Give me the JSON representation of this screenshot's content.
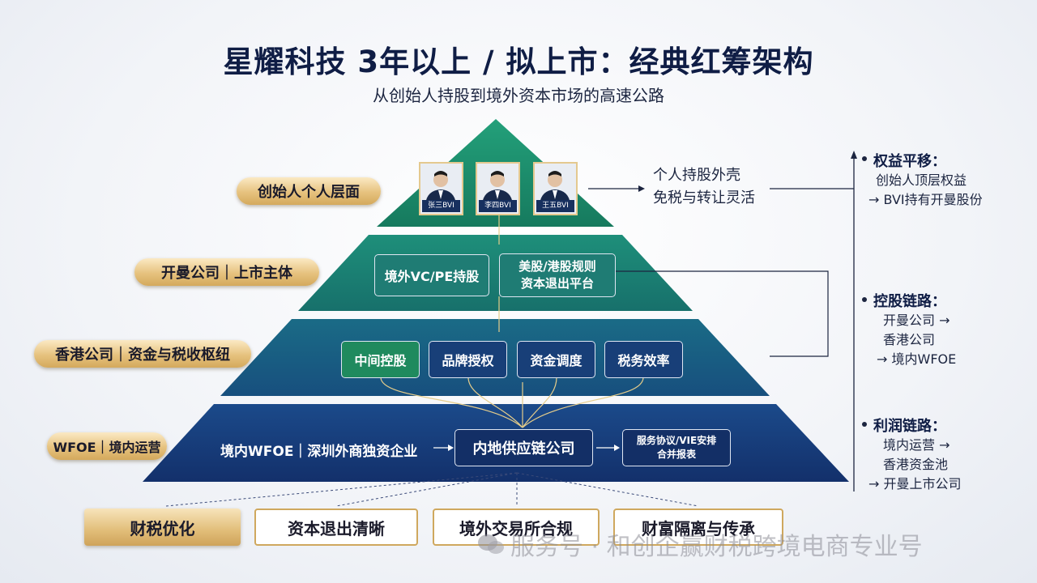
{
  "title": "星耀科技 3年以上 / 拟上市：经典红筹架构",
  "subtitle": "从创始人持股到境外资本市场的高速公路",
  "level_labels": {
    "founder": "创始人个人层面",
    "cayman": "开曼公司｜上市主体",
    "hk": "香港公司｜资金与税收枢纽",
    "wfoe": "WFOE｜境内运营"
  },
  "founders": [
    "张三BVI",
    "李四BVI",
    "王五BVI"
  ],
  "founder_note": {
    "line1": "个人持股外壳",
    "line2": "免税与转让灵活"
  },
  "cayman_boxes": {
    "vc": "境外VC/PE持股",
    "rules_line1": "美股/港股规则",
    "rules_line2": "资本退出平台"
  },
  "hk_boxes": [
    "中间控股",
    "品牌授权",
    "资金调度",
    "税务效率"
  ],
  "wfoe": {
    "left_text": "境内WFOE｜深圳外商独资企业",
    "center": "内地供应链公司",
    "right_line1": "服务协议/VIE安排",
    "right_line2": "合并报表"
  },
  "right_panel": {
    "equity": {
      "head": "权益平移：",
      "line1": "创始人顶层权益",
      "line2": "→ BVI持有开曼股份"
    },
    "control": {
      "head": "控股链路：",
      "line1": "开曼公司 →",
      "line2": "香港公司",
      "line3": "→ 境内WFOE"
    },
    "profit": {
      "head": "利润链路：",
      "line1": "境内运营 →",
      "line2": "香港资金池",
      "line3": "→ 开曼上市公司"
    }
  },
  "benefits": [
    "财税优化",
    "资本退出清晰",
    "境外交易所合规",
    "财富隔离与传承"
  ],
  "watermark": "服务号 · 和创企赢财税跨境电商专业号",
  "colors": {
    "teal": "#1f8a6e",
    "navy": "#132f66",
    "gold": "#e1bd78"
  }
}
